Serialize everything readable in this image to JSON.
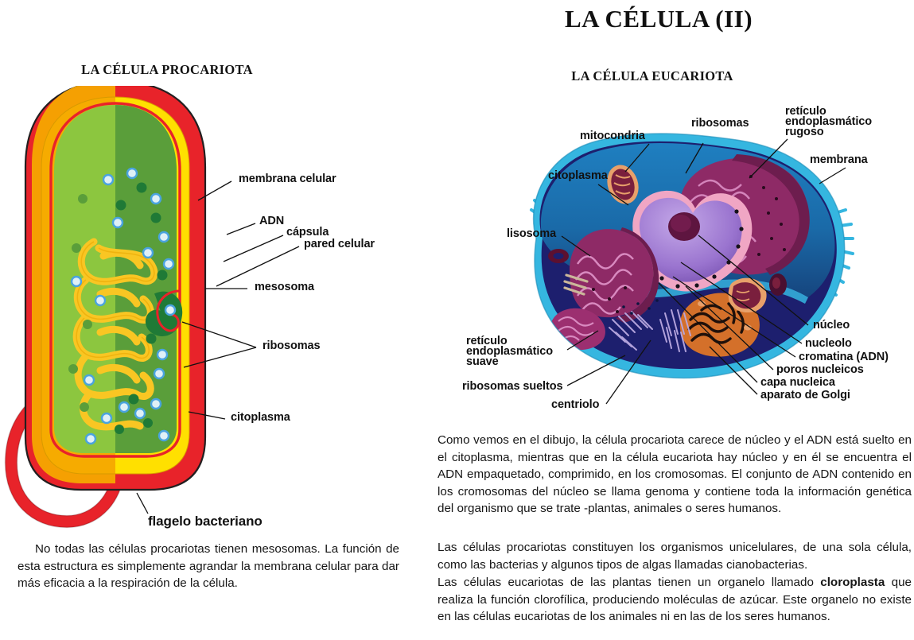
{
  "titles": {
    "main": "LA CÉLULA (II)",
    "prokaryote": "LA CÉLULA PROCARIOTA",
    "eukaryote": "LA CÉLULA EUCARIOTA"
  },
  "prokaryote_labels": {
    "membrana_celular": "membrana celular",
    "adn": "ADN",
    "capsula": "cápsula",
    "pared_celular": "pared celular",
    "mesosoma": "mesosoma",
    "ribosomas": "ribosomas",
    "citoplasma": "citoplasma",
    "flagelo": "flagelo bacteriano"
  },
  "eukaryote_labels": {
    "mitocondria": "mitocondria",
    "ribosomas": "ribosomas",
    "reticulo_rugoso_l1": "retículo",
    "reticulo_rugoso_l2": "endoplasmático",
    "reticulo_rugoso_l3": "rugoso",
    "membrana": "membrana",
    "citoplasma": "citoplasma",
    "lisosoma": "lisosoma",
    "reticulo_suave_l1": "retículo",
    "reticulo_suave_l2": "endoplasmático",
    "reticulo_suave_l3": "suave",
    "ribosomas_sueltos": "ribosomas sueltos",
    "centriolo": "centriolo",
    "nucleo": "núcleo",
    "nucleolo": "nucleolo",
    "cromatina": "cromatina (ADN)",
    "poros_nucleicos": "poros nucleicos",
    "capa_nucleica": "capa nucleica",
    "aparato_golgi": "aparato de Golgi"
  },
  "text": {
    "left_paragraph": "No todas las células procariotas tienen mesosomas. La función de esta estructura es simplemente agrandar la membrana celular para dar más eficacia a la respiración de la célula.",
    "right_paragraph_1": "Como vemos en el dibujo, la célula procariota carece de núcleo y el ADN está suelto en el citoplasma, mientras que en la célula eucariota hay núcleo y en él se encuentra el ADN  empaquetado, comprimido, en los cromosomas. El conjunto de ADN contenido en los cromosomas del núcleo se llama genoma y contiene toda la información genética del organismo que se trate -plantas, animales o seres humanos.",
    "right_paragraph_2": "Las células procariotas constituyen los organismos unicelulares, de una sola célula, como las bacterias y algunos tipos de algas llamadas cianobacterias.",
    "right_paragraph_3_a": "Las células eucariotas de las plantas tienen un organelo llamado ",
    "right_paragraph_3_bold": "cloroplasta",
    "right_paragraph_3_b": " que realiza la función clorofílica, produciendo moléculas de azúcar. Este organelo no existe en las células eucariotas de los animales ni en las de los seres humanos."
  },
  "colors": {
    "capsule_red": "#e8232a",
    "wall_yellow": "#ffe000",
    "wall_orange": "#f5a800",
    "cytoplasm_light_green": "#8cc63f",
    "cytoplasm_dark_green": "#5a9e3a",
    "dna_yellow": "#f9c623",
    "mesosome_dark_green": "#1f7a36",
    "ribosome_blue": "#4aa3df",
    "cell_navy": "#1d1f6e",
    "cell_blue": "#1b6fb5",
    "cell_cyan": "#35b6e0",
    "er_magenta": "#a8327a",
    "nucleus_purple": "#a683d6",
    "nucleolus_maroon": "#5e1540",
    "golgi_orange": "#d4702a"
  }
}
